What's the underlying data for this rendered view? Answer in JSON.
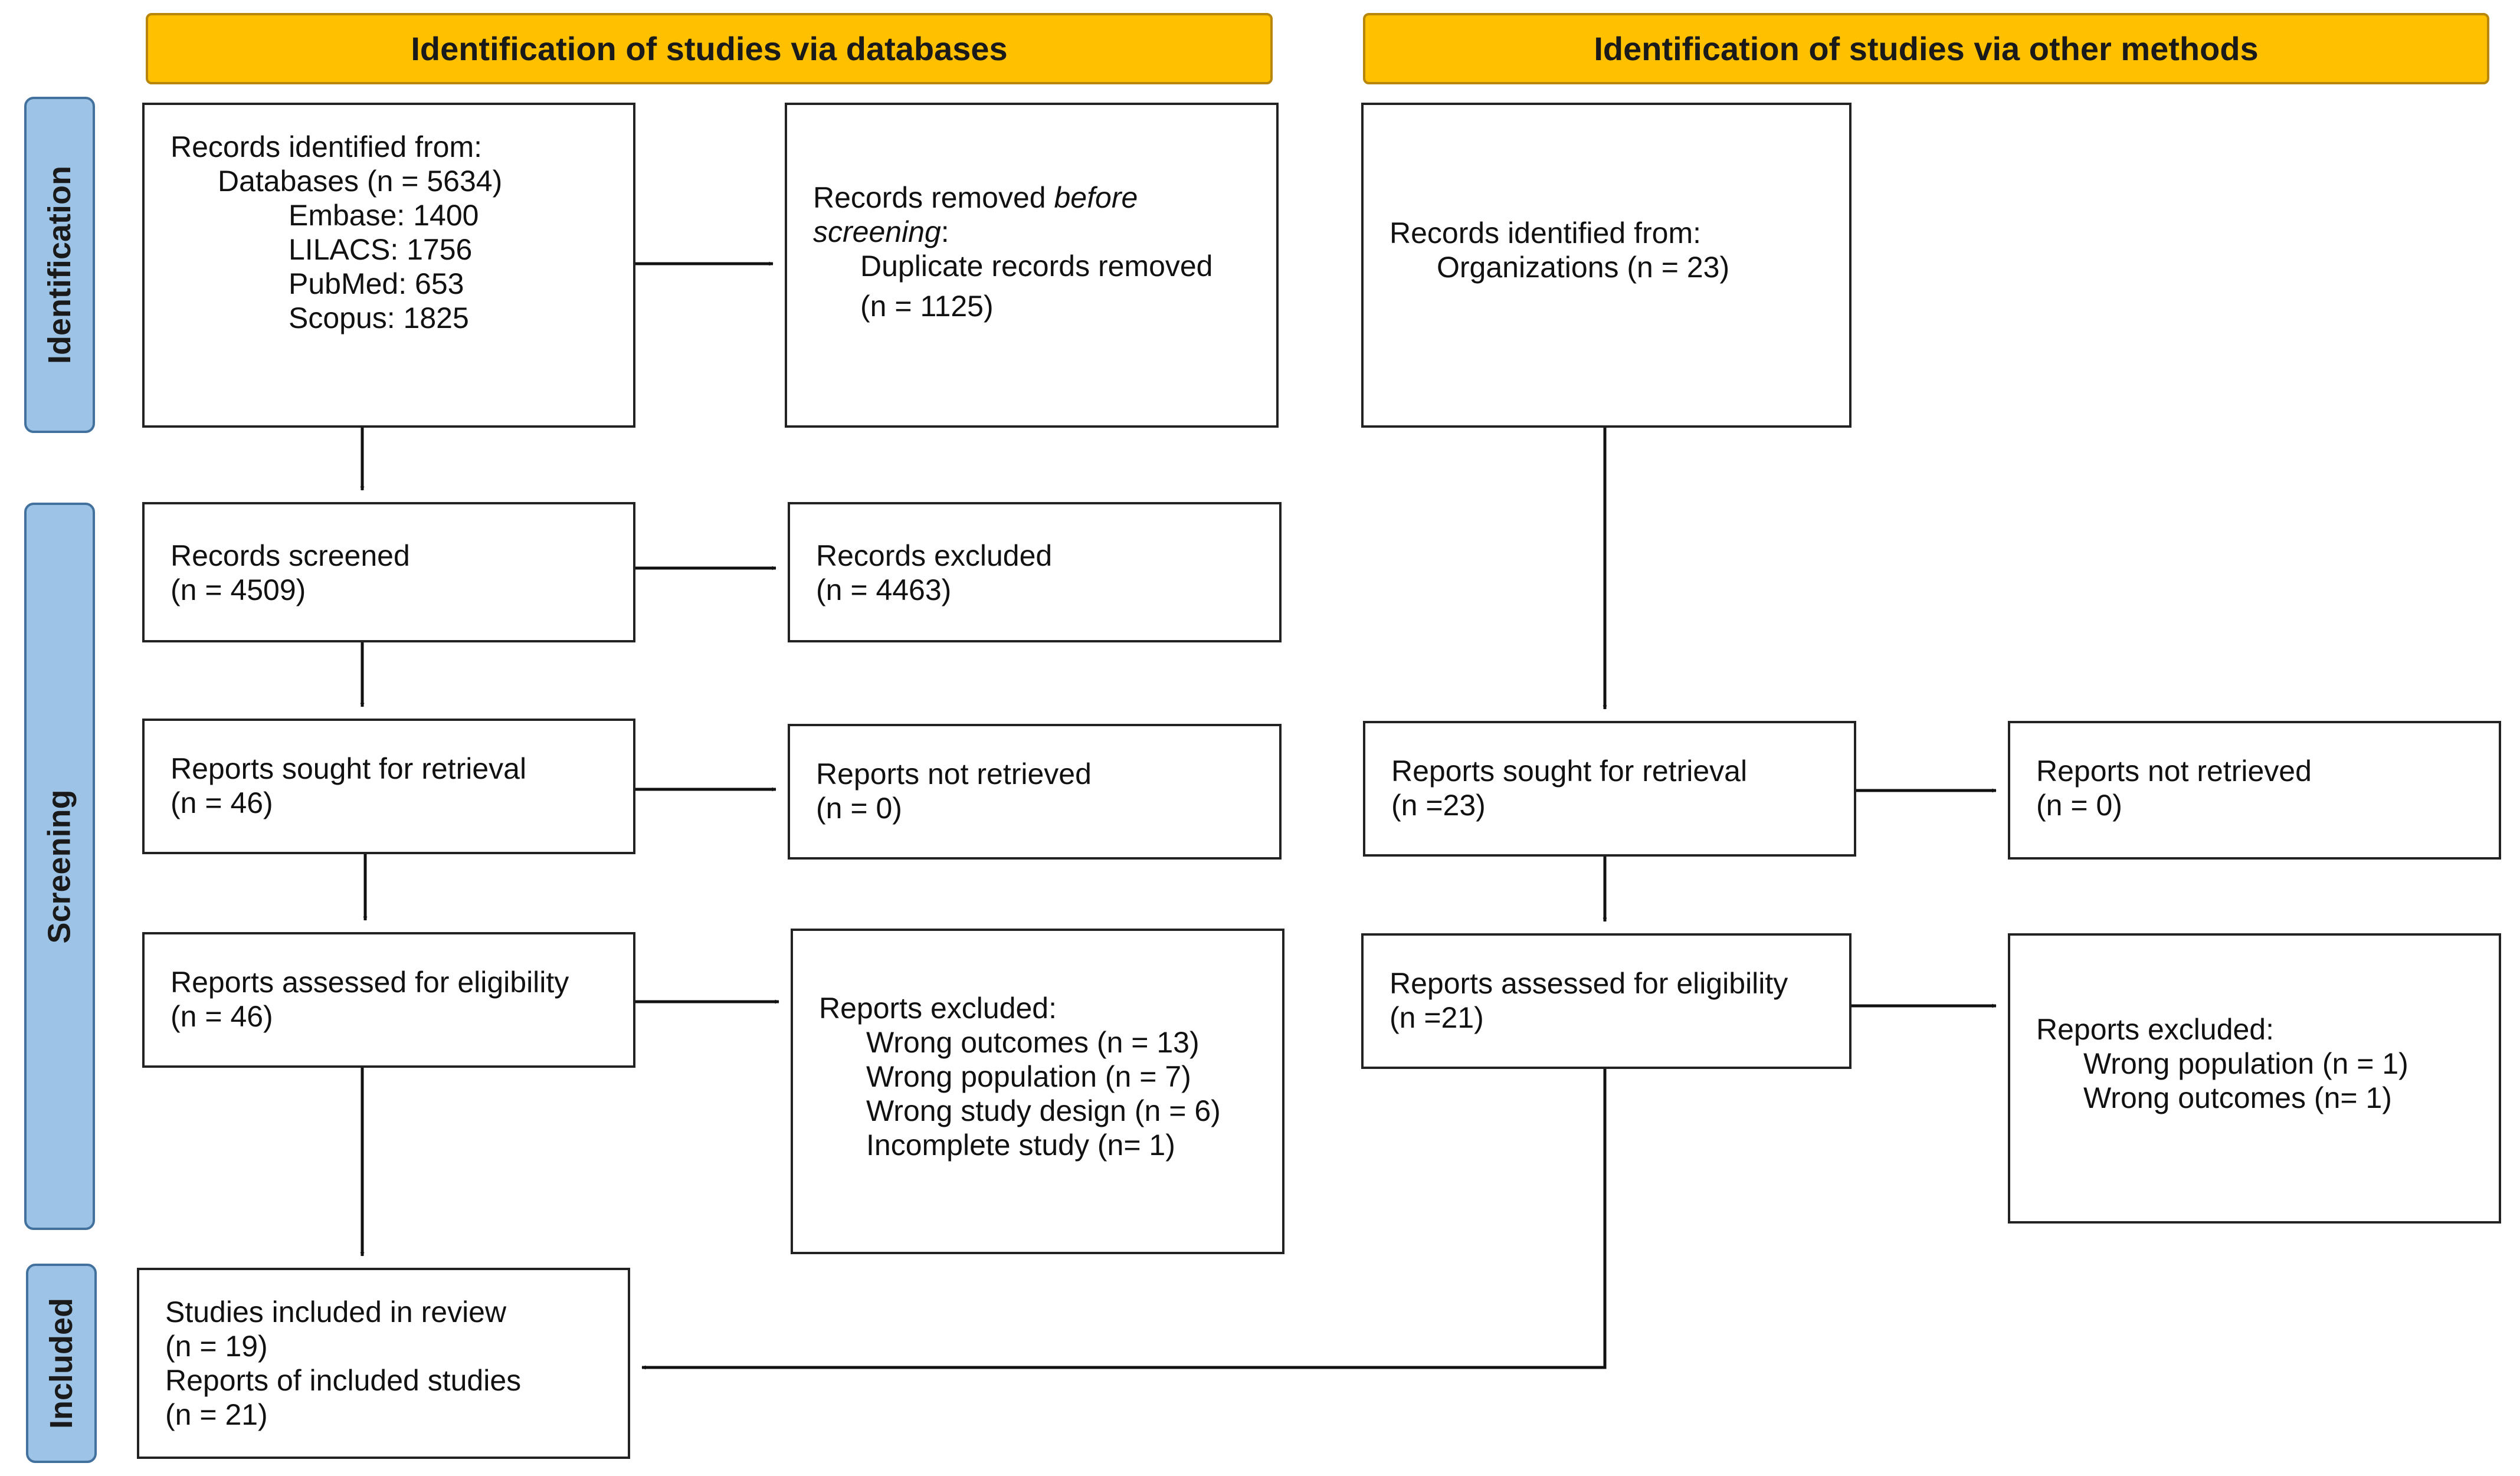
{
  "headers": {
    "databases": "Identification of studies via databases",
    "other": "Identification of studies via other methods"
  },
  "phases": {
    "identification": "Identification",
    "screening": "Screening",
    "included": "Included"
  },
  "databases": {
    "identified": {
      "title": "Records identified from:",
      "databases": "Databases (n = 5634)",
      "embase": "Embase: 1400",
      "lilacs": "LILACS: 1756",
      "pubmed": "PubMed: 653",
      "scopus": "Scopus: 1825"
    },
    "removed": {
      "prefix": "Records removed ",
      "emph1": "before",
      "emph2": "screening",
      "suffix": ":",
      "duplicates": "Duplicate records removed",
      "count": "(n = 1125)"
    },
    "screened": {
      "title": "Records screened",
      "count": "(n = 4509)"
    },
    "excluded": {
      "title": "Records excluded",
      "count": "(n = 4463)"
    },
    "sought": {
      "title": "Reports sought for retrieval",
      "count": "(n = 46)"
    },
    "not_retrieved": {
      "title": "Reports not retrieved",
      "count": "(n = 0)"
    },
    "assessed": {
      "title": "Reports assessed for eligibility",
      "count": "(n = 46)"
    },
    "reports_excluded": {
      "title": "Reports excluded:",
      "reasons": [
        "Wrong outcomes (n = 13)",
        "Wrong population (n = 7)",
        "Wrong study design (n = 6)",
        "Incomplete study (n= 1)"
      ]
    },
    "included": {
      "studies": "Studies included in review",
      "studies_count": "(n = 19)",
      "reports": "Reports of included studies",
      "reports_count": "(n = 21)"
    }
  },
  "other": {
    "identified": {
      "title": "Records identified from:",
      "organizations": "Organizations (n = 23)"
    },
    "sought": {
      "title": "Reports sought for retrieval",
      "count": "(n =23)"
    },
    "not_retrieved": {
      "title": "Reports not retrieved",
      "count": "(n = 0)"
    },
    "assessed": {
      "title": "Reports assessed for eligibility",
      "count": "(n =21)"
    },
    "reports_excluded": {
      "title": "Reports excluded:",
      "reasons": [
        "Wrong population (n = 1)",
        "Wrong outcomes (n= 1)"
      ]
    }
  }
}
